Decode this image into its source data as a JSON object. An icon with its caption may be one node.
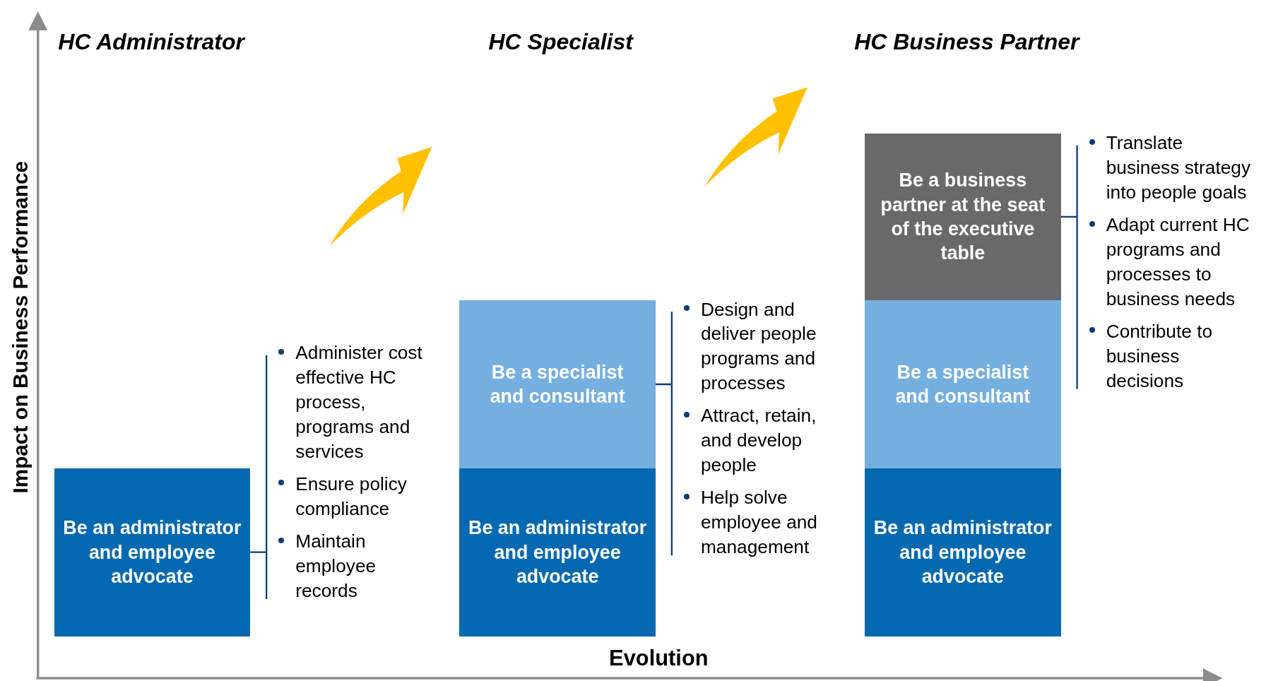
{
  "diagram": {
    "nodes": [
      {
        "text": [
          "Be an administrator and employee advocate"
        ]
      },
      {
        "text": [
          "Administer cost effective HC process, programs and services",
          "Ensure policy compliance",
          "Maintain employee records"
        ]
      },
      {
        "text": [
          "Be a specialist and consultant"
        ]
      },
      {
        "text": [
          "Be an administrator and employee advocate"
        ]
      },
      {
        "text": [
          "Design and deliver people programs and processes",
          "Attract, retain, and develop people",
          "Help solve employee and management"
        ]
      },
      {
        "text": [
          "Be a business partner at the seat of the executive table"
        ]
      },
      {
        "text": [
          "Be a specialist and consultant"
        ]
      },
      {
        "text": [
          "Be an administrator and employee advocate"
        ]
      },
      {
        "text": [
          "Translate business strategy into people goals",
          "Adapt current HC programs and processes to business needs",
          "Contribute to business decisions"
        ]
      }
    ],
    "edges": [
      {
        "from": 0,
        "to": 1,
        "arrow": "none"
      },
      {
        "from": 2,
        "to": 4,
        "arrow": "none"
      },
      {
        "from": 5,
        "to": 8,
        "arrow": "none"
      }
    ],
    "labels": [
      "HC Administrator",
      "HC Specialist",
      "HC Business Partner",
      "Impact on Business Performance",
      "Evolution"
    ]
  }
}
